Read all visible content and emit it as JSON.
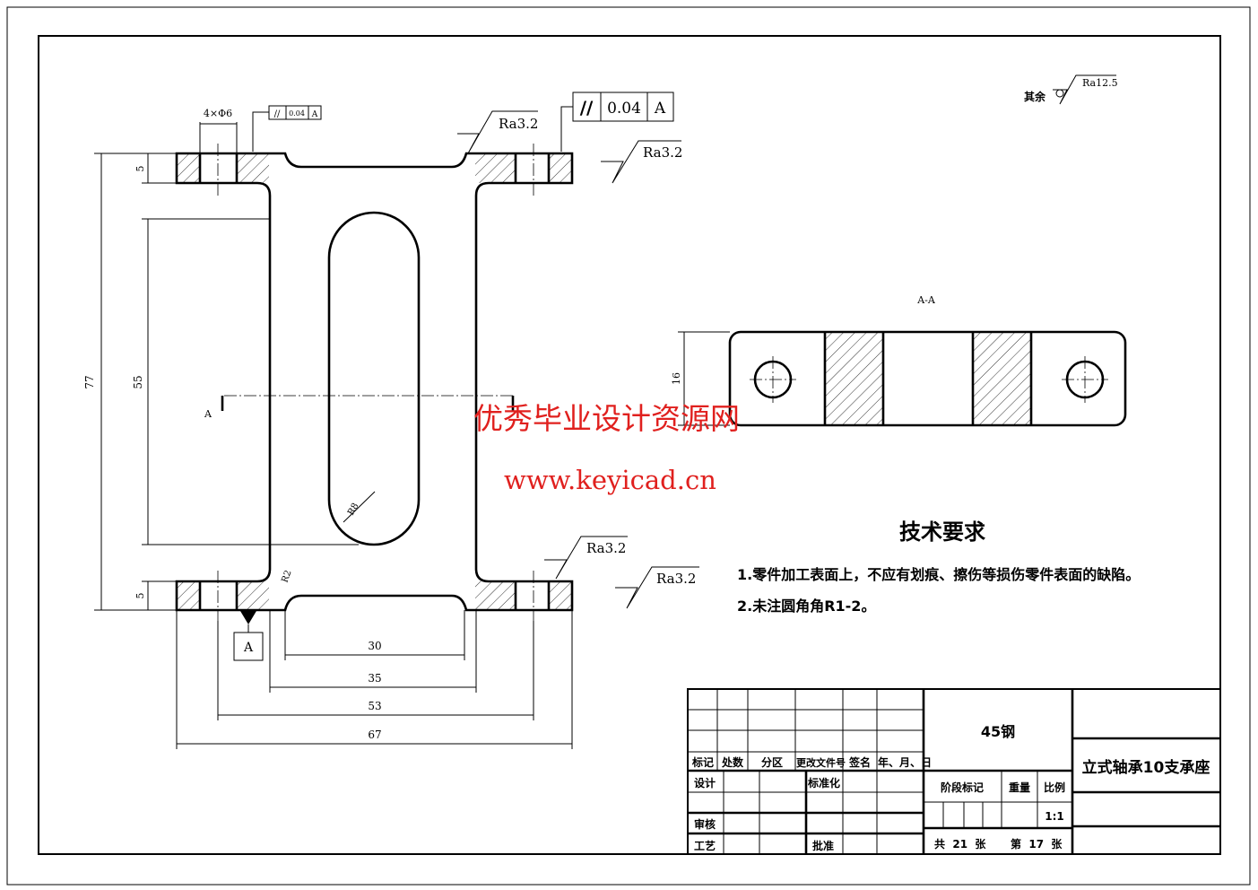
{
  "drawing": {
    "dims": {
      "d77": "77",
      "d55": "55",
      "d5_top": "5",
      "d5_bot": "5",
      "d30": "30",
      "d35": "35",
      "d53": "53",
      "d67": "67",
      "d16": "16",
      "holes": "4×Φ6",
      "r8": "R8",
      "r2": "R2"
    },
    "tolerance_small": {
      "symbol": "//",
      "value": "0.04",
      "datum": "A"
    },
    "tolerance_large": {
      "symbol": "//",
      "value": "0.04",
      "datum": "A"
    },
    "roughness": {
      "r1": "Ra3.2",
      "r2": "Ra3.2",
      "r3": "Ra3.2",
      "r4": "Ra3.2",
      "rest_label": "其余",
      "rest_value": "Ra12.5"
    },
    "datum_label": "A",
    "section_marker": "A",
    "section_title": "A-A"
  },
  "watermark": {
    "title": "优秀毕业设计资源网",
    "url": "www.keyicad.cn"
  },
  "requirements": {
    "heading": "技术要求",
    "items": [
      "1.零件加工表面上，不应有划痕、擦伤等损伤零件表面的缺陷。",
      "2.未注圆角角R1-2。"
    ]
  },
  "title_block": {
    "material": "45钢",
    "part_name": "立式轴承10支承座",
    "headers": [
      "标记",
      "处数",
      "分区",
      "更改文件号",
      "签名",
      "年、月、日"
    ],
    "design": "设计",
    "standardize": "标准化",
    "review": "审核",
    "process": "工艺",
    "approve": "批准",
    "stage": "阶段标记",
    "weight": "重量",
    "scale_label": "比例",
    "scale": "1:1",
    "sheets": "共  21  张",
    "sheet_no": "第  17  张"
  }
}
